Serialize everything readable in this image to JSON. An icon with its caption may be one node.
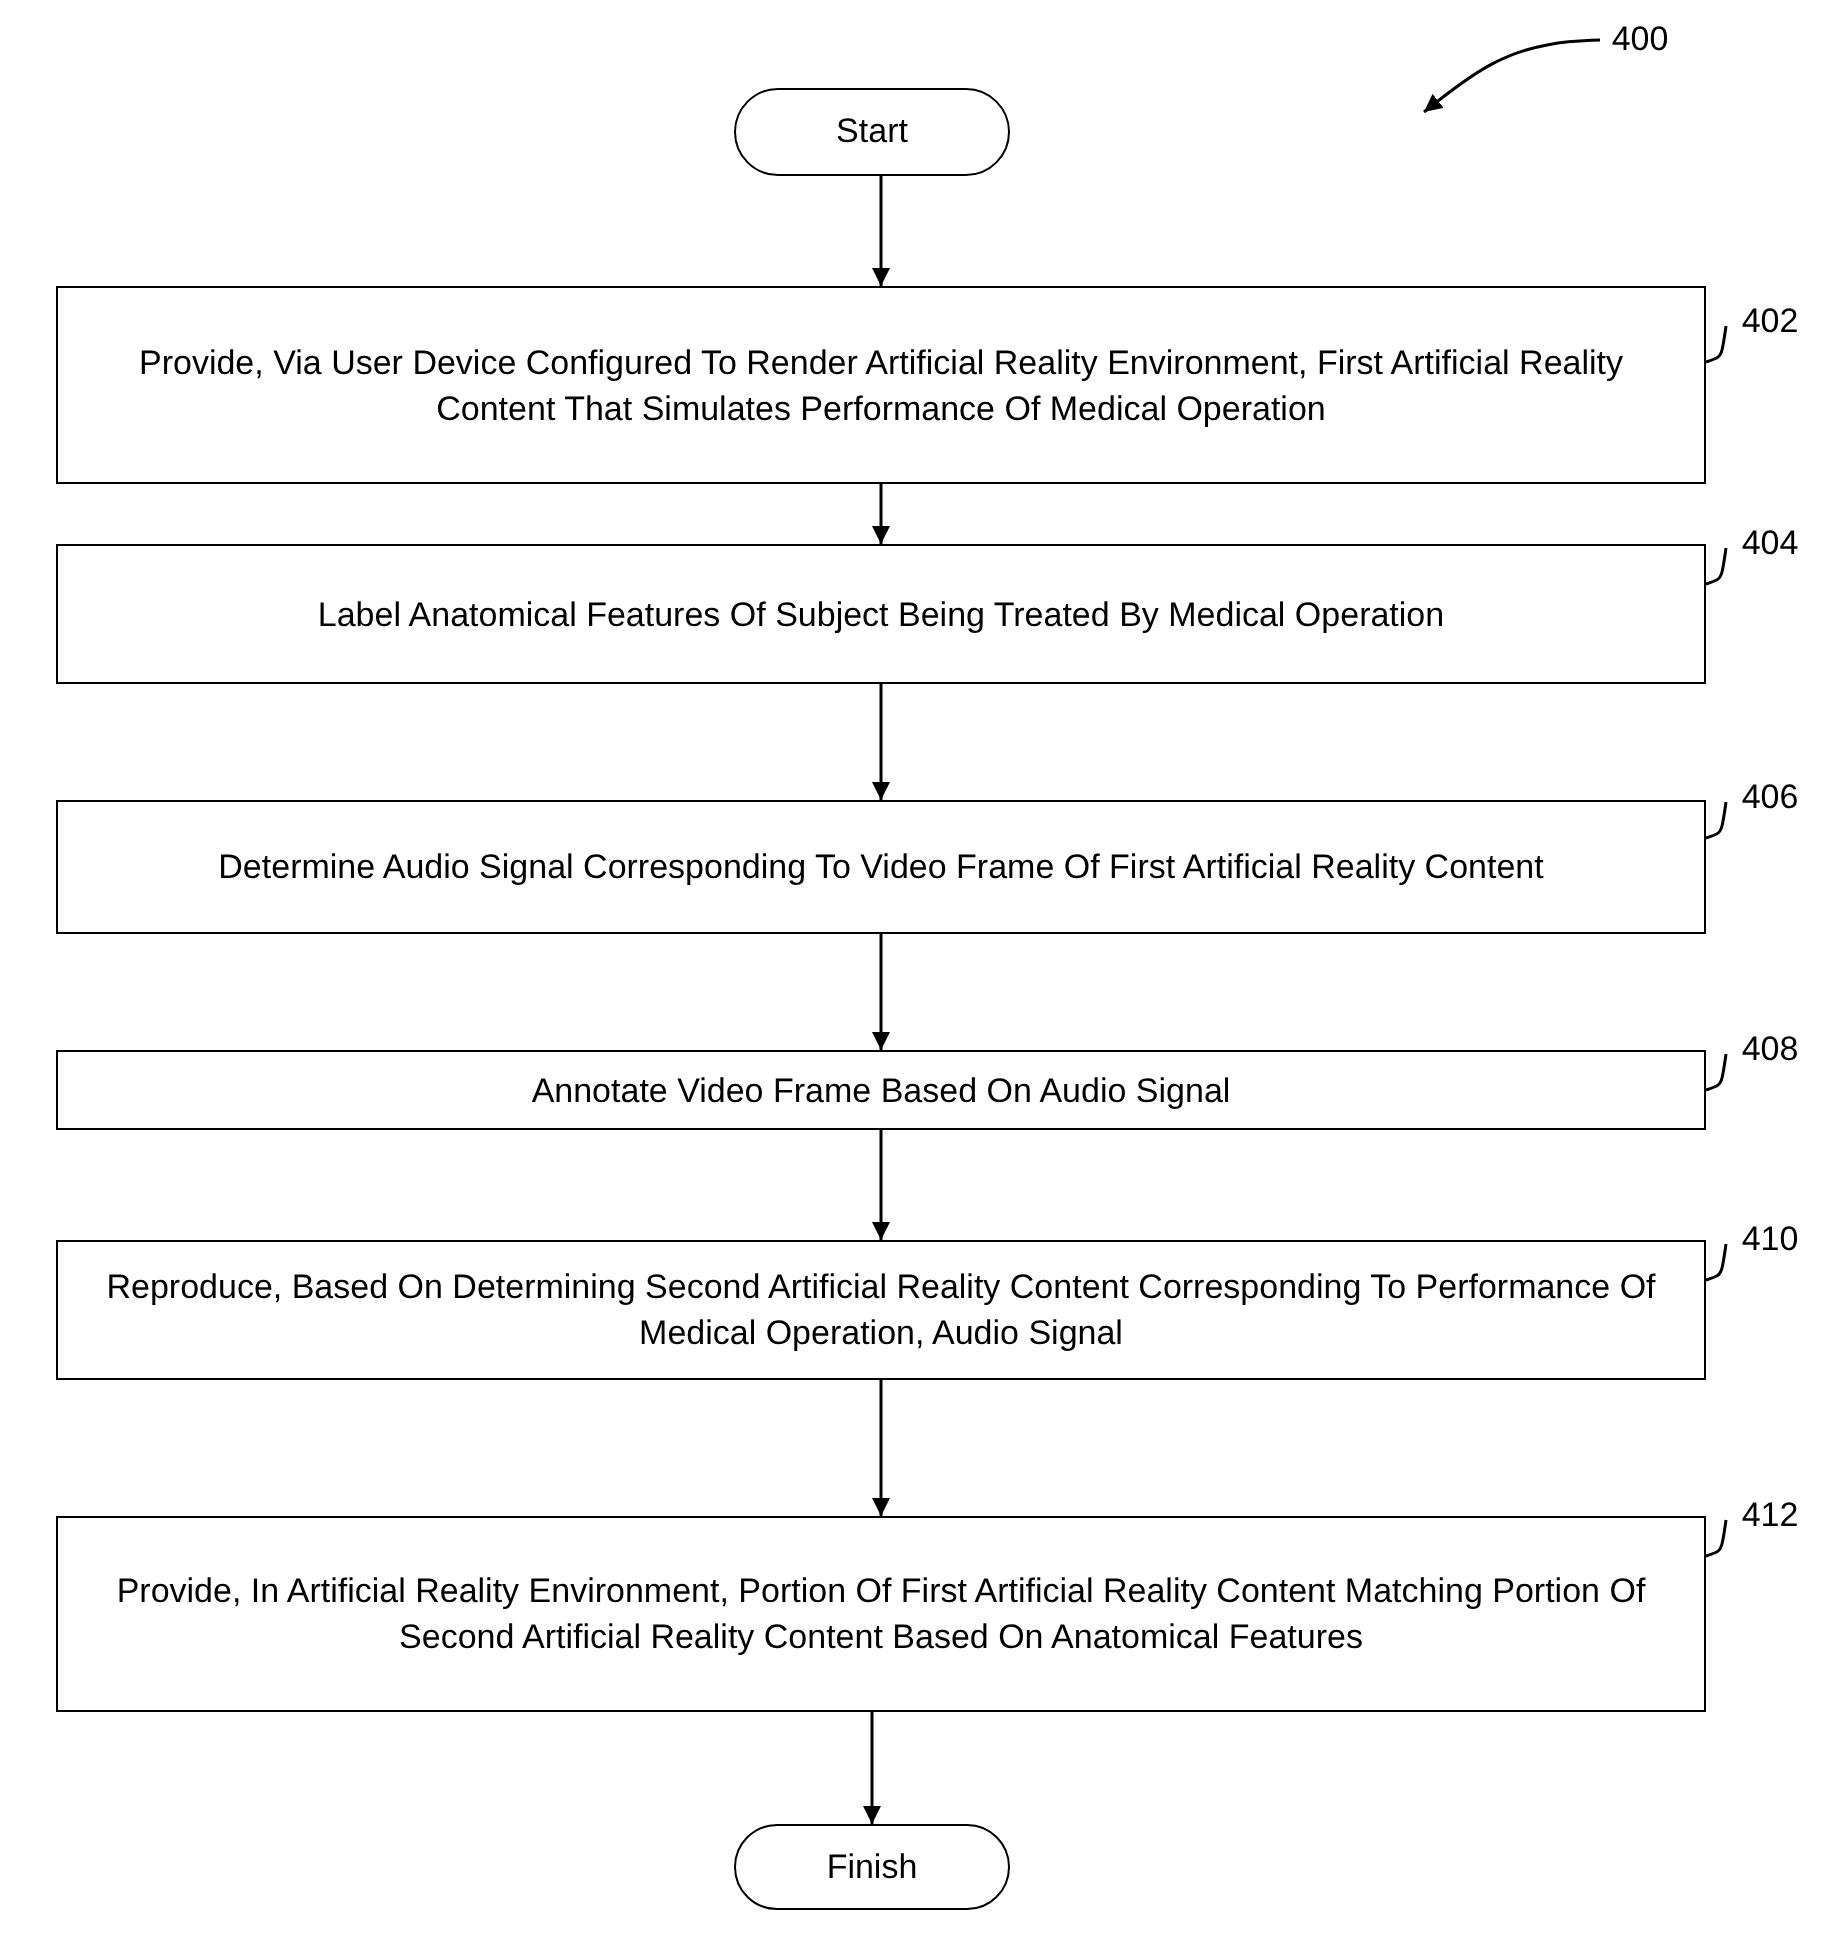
{
  "diagram": {
    "nodes": [
      {
        "text": [
          "400"
        ]
      },
      {
        "text": [
          "Start"
        ]
      },
      {
        "text": [
          "Provide, Via User Device Configured To Render Artificial Reality Environment, First Artificial Reality Content That Simulates Performance Of Medical Operation"
        ]
      },
      {
        "text": [
          "402"
        ]
      },
      {
        "text": [
          "Label Anatomical Features Of Subject Being Treated By Medical Operation"
        ]
      },
      {
        "text": [
          "404"
        ]
      },
      {
        "text": [
          "Determine Audio Signal Corresponding To Video Frame Of First Artificial Reality Content"
        ]
      },
      {
        "text": [
          "406"
        ]
      },
      {
        "text": [
          "Annotate Video Frame Based On Audio Signal"
        ]
      },
      {
        "text": [
          "408"
        ]
      },
      {
        "text": [
          "Reproduce, Based On Determining Second Artificial Reality Content Corresponding To Performance Of Medical Operation, Audio Signal"
        ]
      },
      {
        "text": [
          "410"
        ]
      },
      {
        "text": [
          "Provide, In Artificial Reality Environment, Portion Of First Artificial Reality Content Matching Portion Of Second Artificial Reality Content Based On Anatomical Features"
        ]
      },
      {
        "text": [
          "412"
        ]
      },
      {
        "text": [
          "Finish"
        ]
      }
    ],
    "edges": [
      {
        "from": 0,
        "to": null,
        "arrow": "to"
      },
      {
        "from": 1,
        "to": 2,
        "arrow": "to"
      },
      {
        "from": 3,
        "to": 2,
        "arrow": "none"
      },
      {
        "from": 2,
        "to": 4,
        "arrow": "to"
      },
      {
        "from": 5,
        "to": 4,
        "arrow": "none"
      },
      {
        "from": 4,
        "to": 6,
        "arrow": "to"
      },
      {
        "from": 7,
        "to": 6,
        "arrow": "none"
      },
      {
        "from": 6,
        "to": 8,
        "arrow": "to"
      },
      {
        "from": 9,
        "to": 8,
        "arrow": "none"
      },
      {
        "from": 8,
        "to": 10,
        "arrow": "to"
      },
      {
        "from": 11,
        "to": 10,
        "arrow": "none"
      },
      {
        "from": 10,
        "to": 12,
        "arrow": "to"
      },
      {
        "from": 13,
        "to": 12,
        "arrow": "none"
      },
      {
        "from": 12,
        "to": 14,
        "arrow": "to"
      }
    ]
  }
}
